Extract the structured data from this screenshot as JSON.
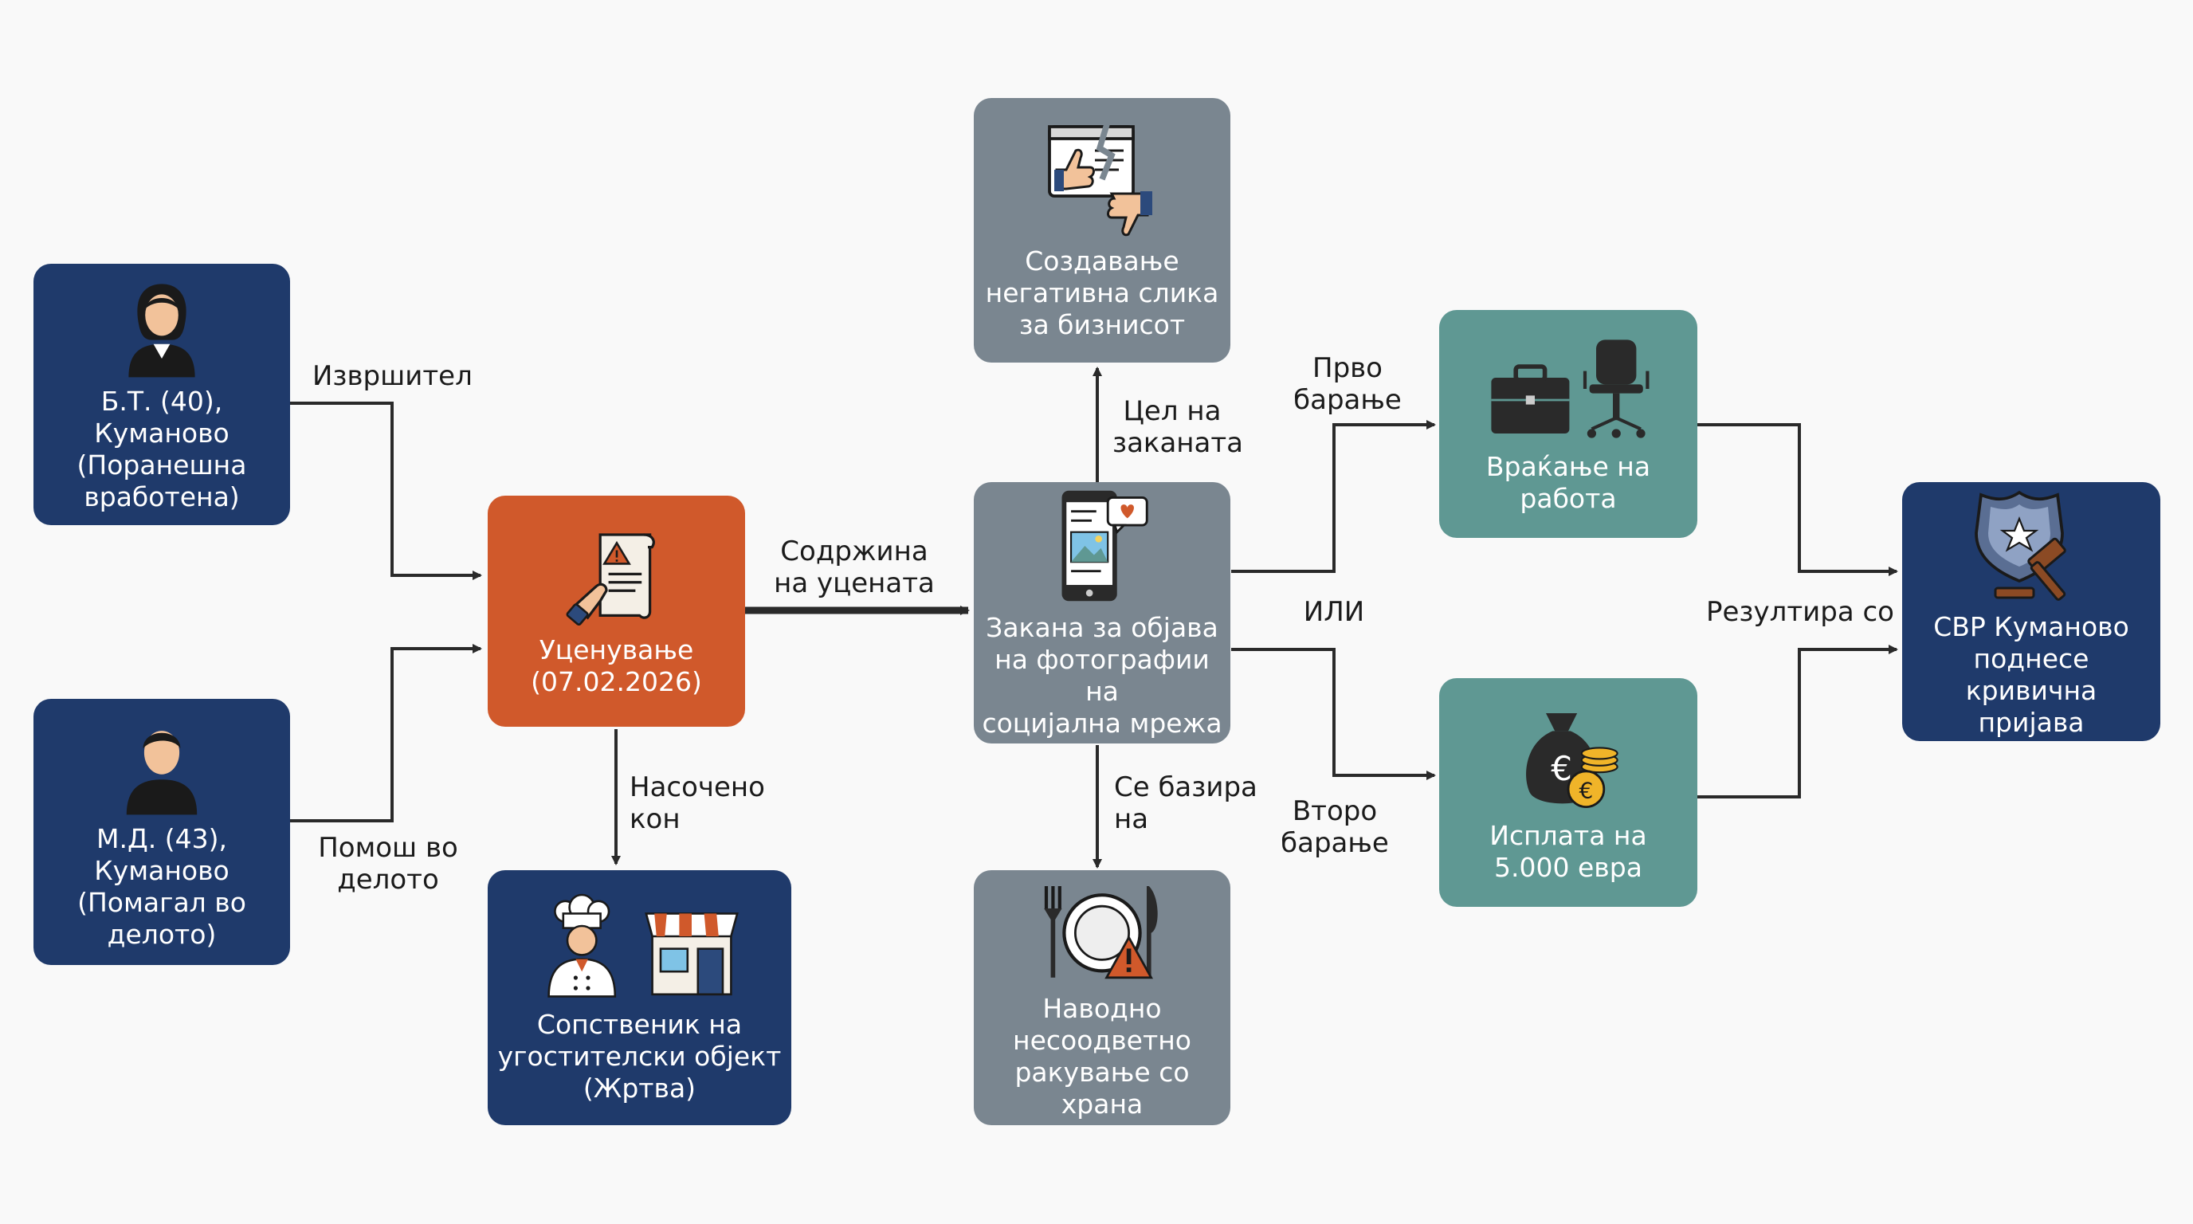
{
  "colors": {
    "navy": "#1f3a6b",
    "orange": "#d0592b",
    "gray": "#7a8690",
    "teal": "#5f9893",
    "arrow": "#2a2a2a"
  },
  "nodes": {
    "perpetrator": {
      "label": "Б.Т. (40),\nКуманово\n(Поранешна\nвработена)",
      "icon": "woman-icon"
    },
    "accomplice": {
      "label": "М.Д. (43),\nКуманово\n(Помагал во\nделото)",
      "icon": "man-icon"
    },
    "extortion": {
      "label": "Уценување\n(07.02.2026)",
      "icon": "warning-document-icon"
    },
    "victim": {
      "label": "Сопственик на\nугостителски објект\n(Жртва)",
      "icon": "chef-and-shop-icon"
    },
    "threat": {
      "label": "Закана за објава\nна фотографии на\nсоцијална мрежа",
      "icon": "smartphone-social-icon"
    },
    "negative_image": {
      "label": "Создавање\nнегативна слика\nза бизнисот",
      "icon": "thumbs-up-down-icon"
    },
    "food_handling": {
      "label": "Наводно\nнесоодветно\nракување со храна",
      "icon": "plate-warning-icon"
    },
    "job_return": {
      "label": "Враќање на\nработа",
      "icon": "briefcase-chair-icon"
    },
    "payment": {
      "label": "Исплата на\n5.000 евра",
      "icon": "money-bag-coins-icon"
    },
    "police": {
      "label": "СВР Куманово\nподнесе кривична\nпријава",
      "icon": "police-badge-gavel-icon"
    }
  },
  "edge_labels": {
    "perpetrator": "Извршител",
    "accomplice": "Помош во\nделото",
    "content": "Содржина\nна уцената",
    "directed_at": "Насочено\nкон",
    "threat_goal": "Цел на\nзаканата",
    "based_on": "Се базира\nна",
    "first_demand": "Прво\nбарање",
    "or": "ИЛИ",
    "second_demand": "Второ\nбарање",
    "results_in": "Резултира со"
  }
}
